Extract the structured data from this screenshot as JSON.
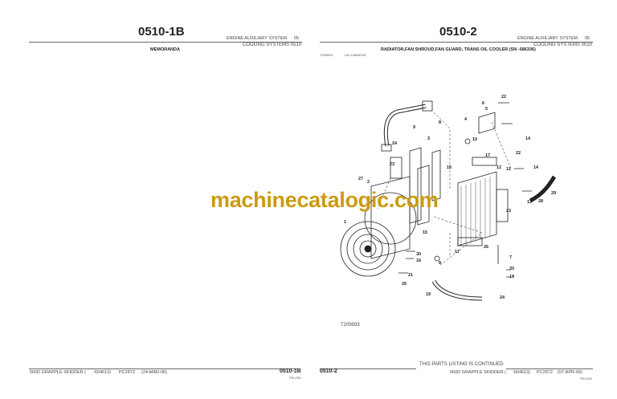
{
  "left_page": {
    "page_number": "0510-1B",
    "section": "ENGINE AUXILIARY SYSTEM",
    "section_code": "05",
    "group": "COOLING SYSTEMS 0510",
    "heading": "MEMORANDA",
    "footer": {
      "model": "560D GRAPPLE SKIDDER (",
      "serial": "-604613)",
      "catalog": "PC2872",
      "date": "(24-MAR-06)",
      "page_number": "0510-1B",
      "pn": "PN=235"
    }
  },
  "right_page": {
    "page_number": "0510-2",
    "section": "ENGINE AUXILIARY SYSTEM",
    "section_code": "05",
    "group": "COOLING SYSTEMS 0510",
    "heading": "RADIATOR,FAN SHROUD,FAN GUARD, TRANS OIL COOLER (SN -586336)",
    "illustration_id": "T209593",
    "illustration_code": "-UN-19MAR/05",
    "figure_caption": "T209593",
    "callouts": [
      "22",
      "6",
      "5",
      "4",
      "8",
      "9",
      "10",
      "14",
      "24",
      "3",
      "17",
      "22",
      "12",
      "11",
      "14",
      "15",
      "23",
      "2",
      "27",
      "28",
      "29",
      "13",
      "23",
      "1",
      "15",
      "26",
      "30",
      "16",
      "17",
      "7",
      "20",
      "18",
      "21",
      "25",
      "8",
      "19",
      "24"
    ],
    "footer": {
      "continued": "THIS PARTS LISTING IS CONTINUED",
      "page_number": "0510-2",
      "model": "560D GRAPPLE SKIDDER (",
      "serial": "-604613)",
      "catalog": "PC2872",
      "date": "(07-APR-06)",
      "pn": "PN=236"
    }
  },
  "watermark": "machinecatalogic.com",
  "colors": {
    "watermark": "#cc9a12"
  }
}
